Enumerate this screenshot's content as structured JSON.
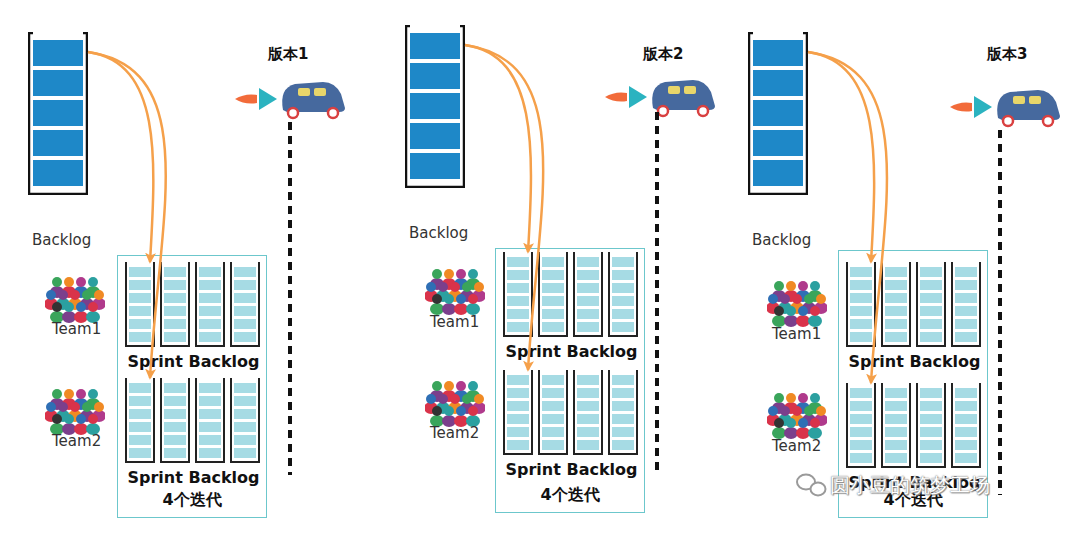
{
  "diagram": {
    "nodes": [
      {
        "text": [
          "Backlog"
        ]
      },
      {
        "text": [
          "4个迭代"
        ]
      },
      {
        "text": [
          "Sprint Backlog"
        ],
        "in": 1
      },
      {
        "text": [
          "Sprint Backlog"
        ],
        "in": 1
      },
      {
        "text": [
          "Backlog"
        ]
      },
      {
        "text": [
          "4个迭代"
        ]
      },
      {
        "text": [
          "Sprint Backlog"
        ],
        "in": 5
      },
      {
        "text": [
          "Sprint Backlog"
        ],
        "in": 5
      },
      {
        "text": [
          "Backlog"
        ]
      },
      {
        "text": [
          "4个迭代"
        ]
      },
      {
        "text": [
          "Sprint Backlog"
        ],
        "in": 9
      },
      {
        "text": [
          "Sprint Backlog"
        ],
        "in": 9
      }
    ],
    "edges": [
      {
        "from": 0,
        "to": 2,
        "arrow": "to"
      },
      {
        "from": 0,
        "to": 3,
        "arrow": "to"
      },
      {
        "from": 4,
        "to": 6,
        "arrow": "to"
      },
      {
        "from": 4,
        "to": 7,
        "arrow": "to"
      },
      {
        "from": 8,
        "to": 10,
        "arrow": "to"
      },
      {
        "from": 8,
        "to": 11,
        "arrow": "to"
      }
    ],
    "labels": [
      "版本1",
      "Team1",
      "Team2",
      "版本2",
      "Team1",
      "Team2",
      "版本3",
      "Team1",
      "Team2",
      "圆小豆的筑梦工场"
    ]
  }
}
